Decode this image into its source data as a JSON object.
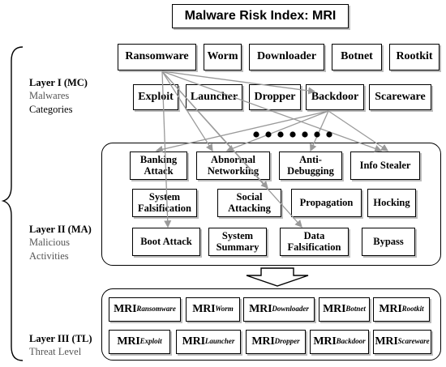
{
  "title": "Malware Risk Index: MRI",
  "layers": [
    {
      "name": "Layer I (MC)",
      "desc1": "Malwares",
      "desc2": "Categories"
    },
    {
      "name": "Layer II (MA)",
      "desc1": "Malicious",
      "desc2": "Activities"
    },
    {
      "name": "Layer III (TL)",
      "desc1": "Threat Level",
      "desc2": ""
    }
  ],
  "categories_row1": [
    "Ransomware",
    "Worm",
    "Downloader",
    "Botnet",
    "Rootkit"
  ],
  "categories_row2": [
    "Exploit",
    "Launcher",
    "Dropper",
    "Backdoor",
    "Scareware"
  ],
  "activities": [
    {
      "line1": "Banking",
      "line2": "Attack"
    },
    {
      "line1": "Abnormal",
      "line2": "Networking"
    },
    {
      "line1": "Anti-",
      "line2": "Debugging"
    },
    {
      "line1": "Info Stealer",
      "line2": ""
    },
    {
      "line1": "System",
      "line2": "Falsification"
    },
    {
      "line1": "Social",
      "line2": "Attacking"
    },
    {
      "line1": "Propagation",
      "line2": ""
    },
    {
      "line1": "Hocking",
      "line2": ""
    },
    {
      "line1": "Boot Attack",
      "line2": ""
    },
    {
      "line1": "System",
      "line2": "Summary"
    },
    {
      "line1": "Data",
      "line2": "Falsification"
    },
    {
      "line1": "Bypass",
      "line2": ""
    }
  ],
  "mri_prefix": "MRI",
  "mri_row1": [
    "Ransomware",
    "Worm",
    "Downloader",
    "Botnet",
    "Rootkit"
  ],
  "mri_row2": [
    "Exploit",
    "Launcher",
    "Dropper",
    "Backdoor",
    "Scareware"
  ],
  "colors": {
    "arrow": "#9a9a9a",
    "border": "#000000",
    "shadow": "#bdbdbd",
    "desc": "#555555"
  }
}
